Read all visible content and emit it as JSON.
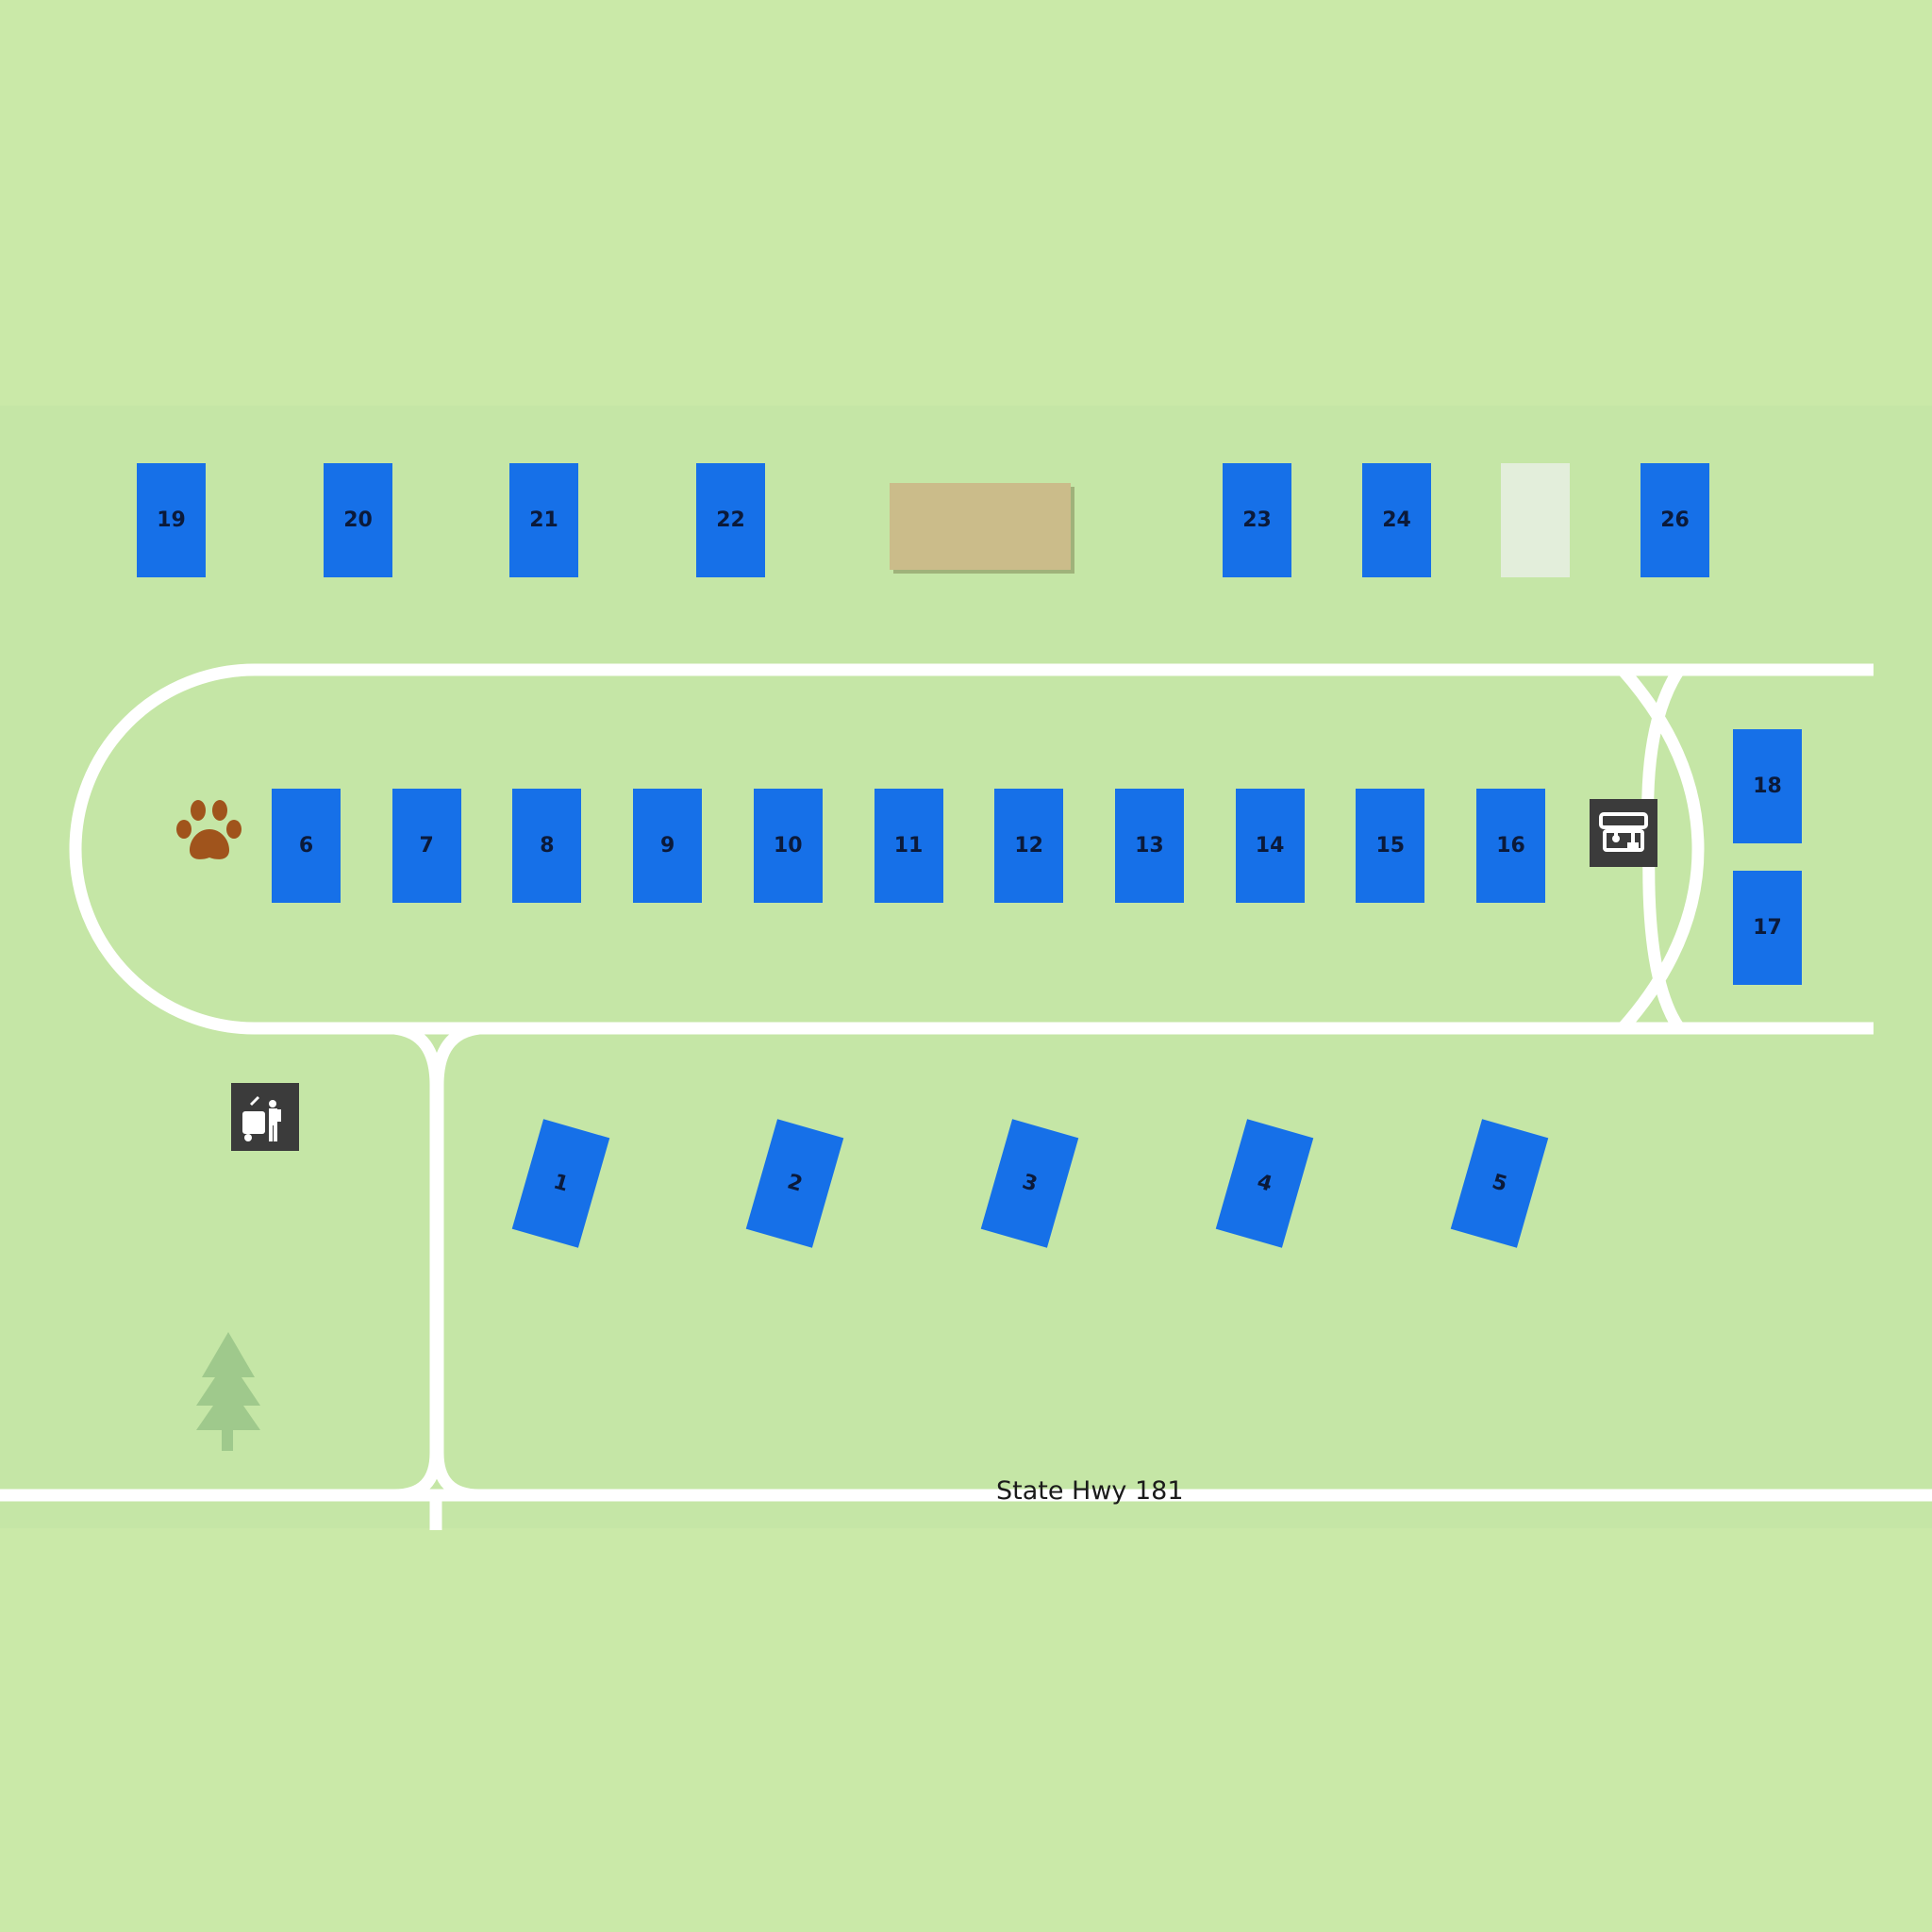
{
  "map": {
    "colors": {
      "grass": "#cae9a8",
      "grass_band": "#c5e6a6",
      "road": "#ffffff",
      "site": "#1670e8",
      "site_vacant": "#e3eedb",
      "building": "#cbbc8a",
      "icon_bg": "#3b3b3b",
      "paw": "#a0541c",
      "tree": "#9fc98c"
    },
    "road_label": "State Hwy 181",
    "sites": {
      "top_row": [
        "19",
        "20",
        "21",
        "22",
        "23",
        "24",
        "26"
      ],
      "loop_row": [
        "6",
        "7",
        "8",
        "9",
        "10",
        "11",
        "12",
        "13",
        "14",
        "15",
        "16"
      ],
      "right_column": [
        "18",
        "17"
      ],
      "angled_row": [
        "1",
        "2",
        "3",
        "4",
        "5"
      ]
    },
    "icons": {
      "pet_area": "paw-icon",
      "dump_station": "dump-station-icon",
      "trash": "trash-disposal-icon",
      "tree": "tree-icon",
      "building": "building"
    }
  }
}
